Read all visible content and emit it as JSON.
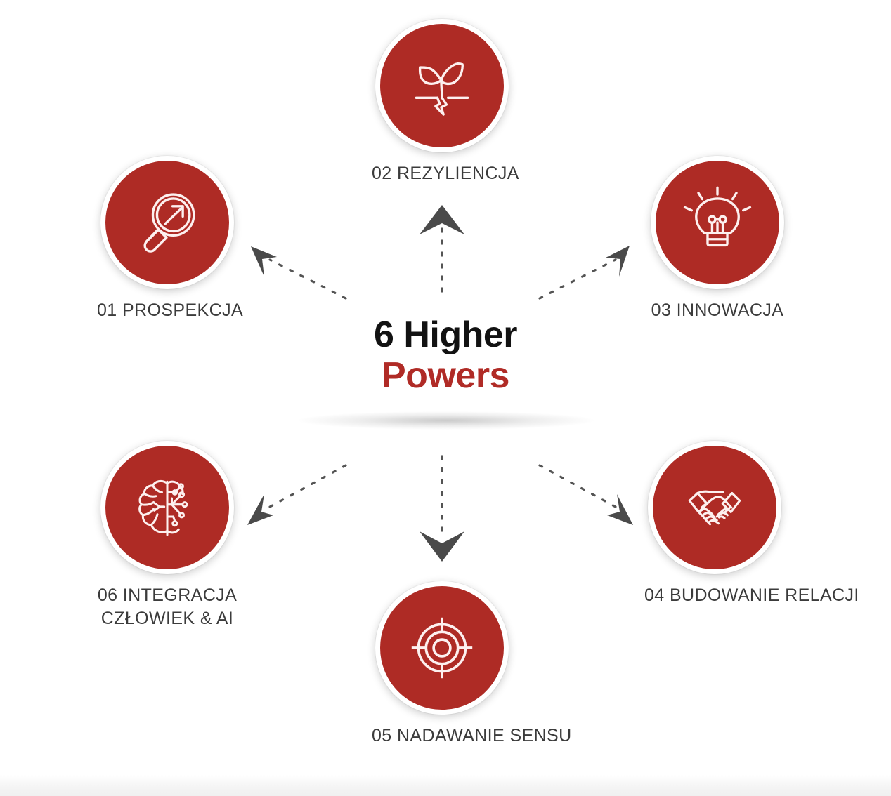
{
  "title": {
    "line1": "6 Higher",
    "line2": "Powers"
  },
  "colors": {
    "disc_red": "#ae2b25",
    "title_red": "#b02b26",
    "title_black": "#121212",
    "label_gray": "#3b3b3b",
    "arrow_gray": "#545454",
    "background": "#ffffff"
  },
  "nodes": [
    {
      "id": "01",
      "label": "01 PROSPEKCJA",
      "icon": "magnifier-growth-icon",
      "position": "left-top"
    },
    {
      "id": "02",
      "label": "02 REZYLIENCJA",
      "icon": "sprout-cracked-ground-icon",
      "position": "top-center"
    },
    {
      "id": "03",
      "label": "03 INNOWACJA",
      "icon": "lightbulb-icon",
      "position": "right-top"
    },
    {
      "id": "04",
      "label": "04 BUDOWANIE RELACJI",
      "icon": "handshake-icon",
      "position": "right-bottom"
    },
    {
      "id": "05",
      "label": "05 NADAWANIE SENSU",
      "icon": "target-crosshair-icon",
      "position": "bottom-center"
    },
    {
      "id": "06",
      "label_line1": "06 INTEGRACJA",
      "label_line2": "CZŁOWIEK & AI",
      "label": "06 INTEGRACJA CZŁOWIEK & AI",
      "icon": "brain-circuit-icon",
      "position": "left-bottom"
    }
  ],
  "connectors": [
    {
      "name": "center-to-01",
      "style": "dashed",
      "arrowhead": "chevron"
    },
    {
      "name": "center-to-02",
      "style": "dashed",
      "arrowhead": "chevron"
    },
    {
      "name": "center-to-03",
      "style": "dashed",
      "arrowhead": "chevron"
    },
    {
      "name": "center-to-04",
      "style": "dashed",
      "arrowhead": "chevron"
    },
    {
      "name": "center-to-05",
      "style": "dashed",
      "arrowhead": "chevron"
    },
    {
      "name": "center-to-06",
      "style": "dashed",
      "arrowhead": "chevron"
    }
  ]
}
